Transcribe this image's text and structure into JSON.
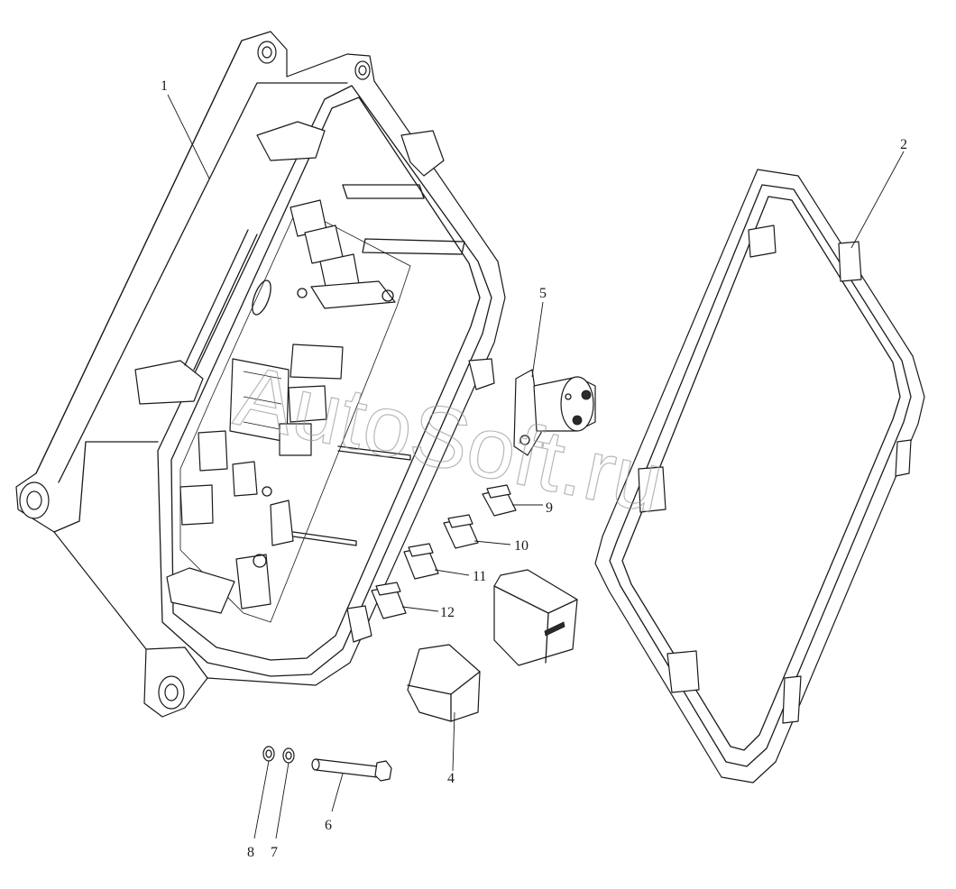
{
  "watermark": "AutoSoft.ru",
  "callouts": [
    {
      "id": "1",
      "label": "1"
    },
    {
      "id": "2",
      "label": "2"
    },
    {
      "id": "4",
      "label": "4"
    },
    {
      "id": "5",
      "label": "5"
    },
    {
      "id": "6",
      "label": "6"
    },
    {
      "id": "7",
      "label": "7"
    },
    {
      "id": "8",
      "label": "8"
    },
    {
      "id": "9",
      "label": "9"
    },
    {
      "id": "10",
      "label": "10"
    },
    {
      "id": "11",
      "label": "11"
    },
    {
      "id": "12",
      "label": "12"
    }
  ]
}
